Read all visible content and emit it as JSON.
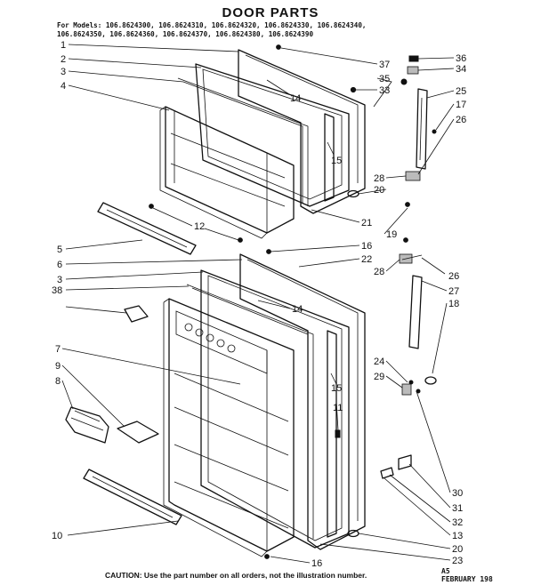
{
  "title": "DOOR PARTS",
  "models_line1": "For Models: 106.8624300, 106.8624310, 106.8624320, 106.8624330, 106.8624340,",
  "models_line2": "106.8624350, 106.8624360, 106.8624370, 106.8624380, 106.8624390",
  "caution": "CAUTION: Use the part number on all orders, not the illustration number.",
  "stamp_line1": "A5",
  "stamp_line2": "FEBRUARY 198",
  "callouts": [
    {
      "id": "c1l",
      "text": "1"
    },
    {
      "id": "c2l",
      "text": "2"
    },
    {
      "id": "c3l",
      "text": "3"
    },
    {
      "id": "c4l",
      "text": "4"
    },
    {
      "id": "c14a",
      "text": "14"
    },
    {
      "id": "c15a",
      "text": "15"
    },
    {
      "id": "c37",
      "text": "37"
    },
    {
      "id": "c35",
      "text": "35"
    },
    {
      "id": "c33",
      "text": "33"
    },
    {
      "id": "c36",
      "text": "36"
    },
    {
      "id": "c34",
      "text": "34"
    },
    {
      "id": "c25",
      "text": "25"
    },
    {
      "id": "c17",
      "text": "17"
    },
    {
      "id": "c26a",
      "text": "26"
    },
    {
      "id": "c28a",
      "text": "28"
    },
    {
      "id": "c20a",
      "text": "20"
    },
    {
      "id": "c21",
      "text": "21"
    },
    {
      "id": "c12",
      "text": "12"
    },
    {
      "id": "c19",
      "text": "19"
    },
    {
      "id": "c16a",
      "text": "16"
    },
    {
      "id": "c22",
      "text": "22"
    },
    {
      "id": "c5",
      "text": "5"
    },
    {
      "id": "c6",
      "text": "6"
    },
    {
      "id": "c3b",
      "text": "3"
    },
    {
      "id": "c38",
      "text": "38"
    },
    {
      "id": "c14b",
      "text": "14"
    },
    {
      "id": "c28b",
      "text": "28"
    },
    {
      "id": "c26b",
      "text": "26"
    },
    {
      "id": "c27",
      "text": "27"
    },
    {
      "id": "c18",
      "text": "18"
    },
    {
      "id": "c7",
      "text": "7"
    },
    {
      "id": "c9",
      "text": "9"
    },
    {
      "id": "c8",
      "text": "8"
    },
    {
      "id": "c15b",
      "text": "15"
    },
    {
      "id": "c11",
      "text": "11"
    },
    {
      "id": "c24",
      "text": "24"
    },
    {
      "id": "c29",
      "text": "29"
    },
    {
      "id": "c30",
      "text": "30"
    },
    {
      "id": "c31",
      "text": "31"
    },
    {
      "id": "c32",
      "text": "32"
    },
    {
      "id": "c13",
      "text": "13"
    },
    {
      "id": "c20b",
      "text": "20"
    },
    {
      "id": "c23",
      "text": "23"
    },
    {
      "id": "c10",
      "text": "10"
    },
    {
      "id": "c16b",
      "text": "16"
    }
  ]
}
